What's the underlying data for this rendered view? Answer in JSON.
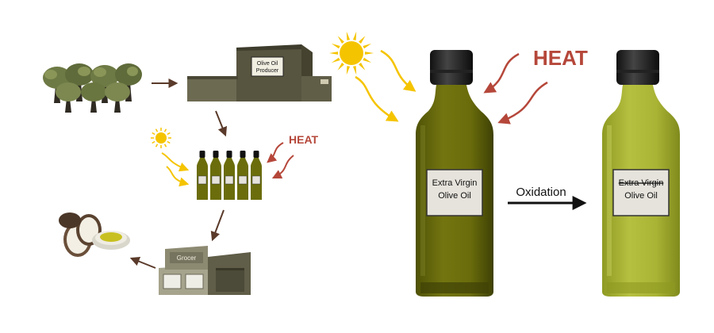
{
  "producer": {
    "label_line1": "Olive Oil",
    "label_line2": "Producer"
  },
  "grocer": {
    "label": "Grocer"
  },
  "heat_small": "HEAT",
  "heat_large": "HEAT",
  "fresh_bottle": {
    "label_line1": "Extra Virgin",
    "label_line2": "Olive Oil"
  },
  "oxidized_bottle": {
    "label_line1": "Extra Virgin",
    "label_line2": "Olive Oil"
  },
  "process": {
    "label": "Oxidation"
  },
  "colors": {
    "heat": "#b5473a",
    "sun": "#f5c400",
    "light_ray": "#f5c400",
    "fresh_oil": "#6b6b0e",
    "oxidized_oil": "#a9b33a",
    "building": "#5a5744",
    "arrow": "#5a3a2a"
  }
}
